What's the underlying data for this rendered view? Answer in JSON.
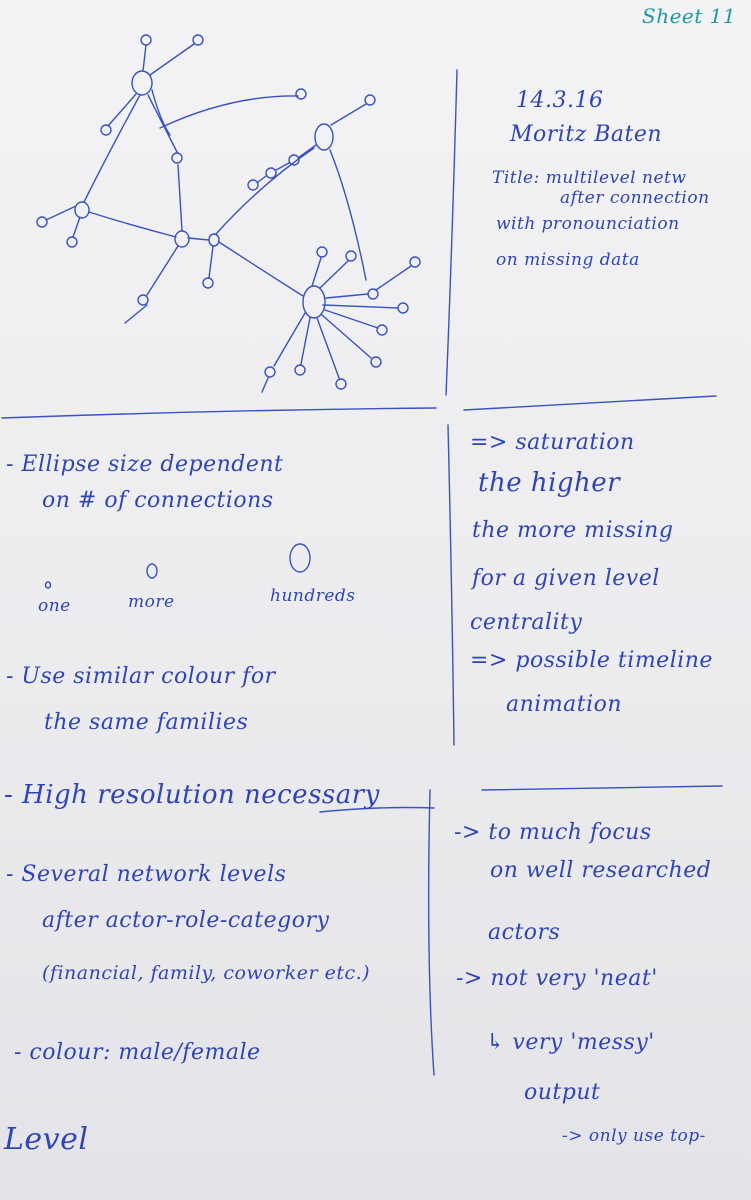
{
  "sheet_label": "Sheet 11",
  "header": {
    "date": "14.3.16",
    "author": "Moritz Baten",
    "title_lines": [
      "Title: multilevel netw",
      "after connection",
      "with pronounciation",
      "on missing data"
    ]
  },
  "ellipse_section": {
    "lines": [
      "- Ellipse size dependent",
      "on # of connections"
    ],
    "size_examples": [
      "one",
      "more",
      "hundreds"
    ]
  },
  "saturation_section": {
    "lines": [
      "=> saturation",
      "the higher",
      "the more missing",
      "for a given level",
      "centrality",
      "=> possible timeline",
      "animation"
    ]
  },
  "colour_note": [
    "- Use similar colour for",
    "the same families"
  ],
  "left_notes": {
    "resolution": "- High resolution necessary",
    "levels": [
      "- Several network levels",
      "after actor-role-category",
      "(financial, family, coworker etc.)"
    ],
    "gender_colour": "- colour: male/female",
    "footer": "Level"
  },
  "right_notes": [
    "-> to much focus",
    "on well researched",
    "actors",
    "-> not very 'neat'",
    "↳ very 'messy'",
    "output",
    "-> only use top-"
  ],
  "ink_color": "#2f45b5"
}
